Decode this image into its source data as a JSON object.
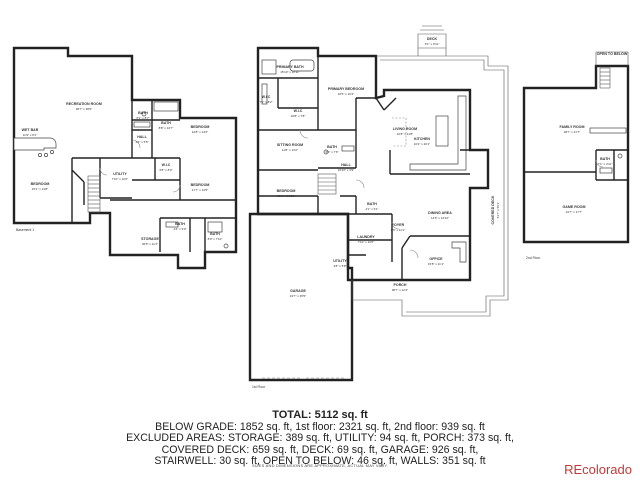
{
  "levels": {
    "basement": "Basement 1",
    "first": "1st Floor",
    "second": "2nd Floor"
  },
  "rooms": {
    "basement": [
      {
        "name": "RECREATION ROOM",
        "dims": "28'7\" x 38'6\""
      },
      {
        "name": "WET BAR",
        "dims": "11'9\" x 8'1\""
      },
      {
        "name": "BEDROOM",
        "dims": "15'1\" x 14'8\""
      },
      {
        "name": "BATH",
        "dims": "6'1\" x 8'7\""
      },
      {
        "name": "BATH",
        "dims": "8'8\" x 10'7\""
      },
      {
        "name": "BEDROOM",
        "dims": "12'8\" x 14'2\""
      },
      {
        "name": "HALL",
        "dims": "4'2\" x 5'5\""
      },
      {
        "name": "UTILITY",
        "dims": "7'10\" x 12'0\""
      },
      {
        "name": "W.I.C",
        "dims": "6'8\" x 8'0\""
      },
      {
        "name": "BEDROOM",
        "dims": "17'7\" x 14'5\""
      },
      {
        "name": "STORAGE",
        "dims": "36'8\" x 11'4\""
      },
      {
        "name": "BATH",
        "dims": "4'4\" x 9'0\""
      },
      {
        "name": "BATH",
        "dims": "8'0\" x 7'10\""
      }
    ],
    "first": [
      {
        "name": "PRIMARY BATH",
        "dims": "15'10\" x 16'11\""
      },
      {
        "name": "W.I.C",
        "dims": "7'0\" x 8'2\""
      },
      {
        "name": "PRIMARY BEDROOM",
        "dims": "16'5\" x 16'4\""
      },
      {
        "name": "W.I.C",
        "dims": "10'8\" x 7'8\""
      },
      {
        "name": "LIVING ROOM",
        "dims": "12'8\" x 21'8\""
      },
      {
        "name": "KITCHEN",
        "dims": "16'2\" x 20'1\""
      },
      {
        "name": "SITTING ROOM",
        "dims": "11'8\" x 13'2\""
      },
      {
        "name": "BATH",
        "dims": "6'5\" x 7'6\""
      },
      {
        "name": "HALL",
        "dims": "15'10\" x 3'9\""
      },
      {
        "name": "BEDROOM",
        "dims": "15'6\" x 10'11\""
      },
      {
        "name": "BATH",
        "dims": "4'1\" x 6'1\""
      },
      {
        "name": "DINING AREA",
        "dims": "14'6\" x 14'10\""
      },
      {
        "name": "FOYER",
        "dims": "8'6\" x 11'1\""
      },
      {
        "name": "LAUNDRY",
        "dims": "7'10\" x 10'0\""
      },
      {
        "name": "OFFICE",
        "dims": "15'8\" x 11'1\""
      },
      {
        "name": "UTILITY",
        "dims": "3'8\" x 5'8\""
      },
      {
        "name": "PORCH",
        "dims": "38'7\" x 12'4\""
      },
      {
        "name": "GARAGE",
        "dims": "43'7\" x 35'5\""
      },
      {
        "name": "DECK",
        "dims": "6'1\" x 9'11\""
      },
      {
        "name": "COVERED DECK",
        "dims": "51'7\" x 56'1\""
      }
    ],
    "second": [
      {
        "name": "OPEN TO BELOW",
        "dims": ""
      },
      {
        "name": "FAMILY ROOM",
        "dims": "28'7\" x 21'7\""
      },
      {
        "name": "BATH",
        "dims": "7'1\" x 4'11\""
      },
      {
        "name": "GAME ROOM",
        "dims": "24'7\" x 17'7\""
      }
    ]
  },
  "summary": {
    "total": "TOTAL: 5112 sq. ft",
    "lines": [
      "BELOW GRADE: 1852 sq. ft, 1st floor: 2321 sq. ft, 2nd floor: 939 sq. ft",
      "EXCLUDED AREAS: STORAGE: 389 sq. ft, UTILITY: 94 sq. ft, PORCH: 373 sq. ft,",
      "COVERED DECK: 659 sq. ft, DECK: 69 sq. ft, GARAGE: 926 sq. ft,",
      "STAIRWELL: 30 sq. ft, OPEN TO BELOW: 46 sq. ft, WALLS: 351 sq. ft"
    ],
    "disclaimer": "SIZES AND DIMENSIONS ARE APPROXIMATE, ACTUAL MAY VARY."
  },
  "brand": "REcolorado"
}
